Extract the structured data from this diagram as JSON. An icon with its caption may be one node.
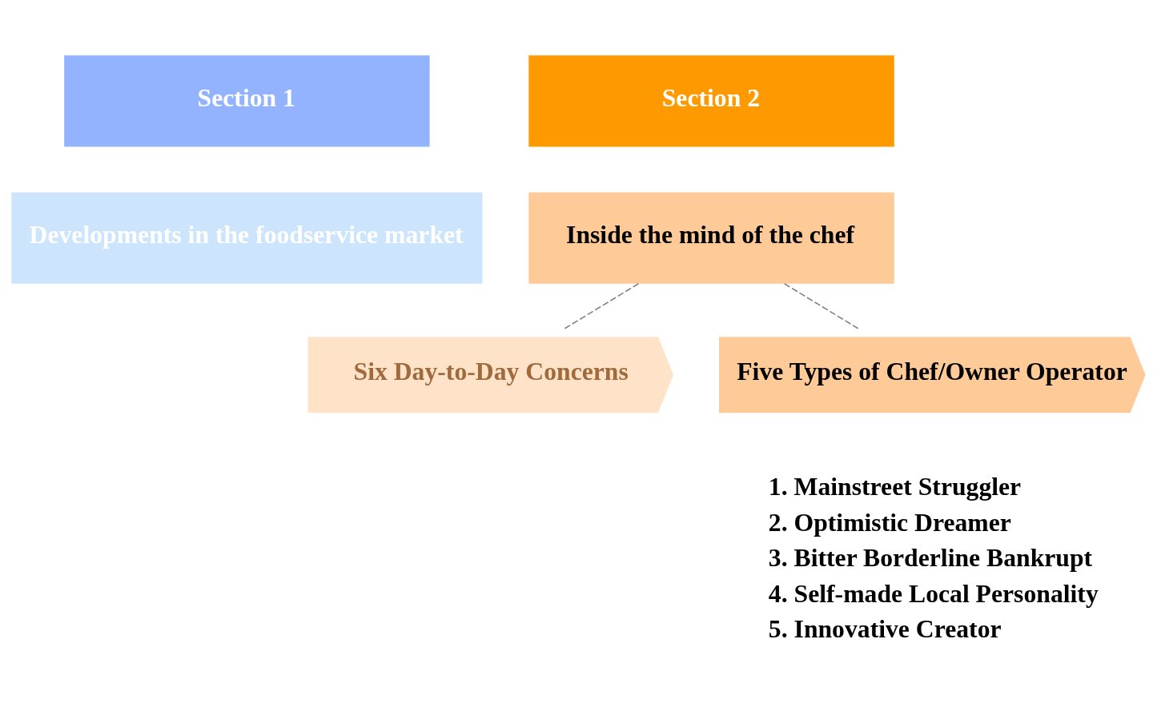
{
  "diagram": {
    "nodes": [
      {
        "text": [
          "Section 1"
        ]
      },
      {
        "text": [
          "Section 2"
        ]
      },
      {
        "text": [
          "Developments in the foodservice market"
        ]
      },
      {
        "text": [
          "Inside the mind of the chef"
        ]
      },
      {
        "text": [
          "Six Day-to-Day Concerns"
        ]
      },
      {
        "text": [
          "Five Types of Chef/Owner Operator"
        ],
        "beside": [
          "1. Mainstreet Struggler",
          "2. Optimistic Dreamer",
          "3. Bitter Borderline Bankrupt",
          "4. Self-made Local Personality",
          "5. Innovative Creator"
        ]
      }
    ],
    "edges": [
      {
        "from": 3,
        "to": 4,
        "arrow": "none",
        "style": "dashed",
        "color": "#808080"
      },
      {
        "from": 3,
        "to": 5,
        "arrow": "none",
        "style": "dashed",
        "color": "#808080"
      }
    ]
  }
}
